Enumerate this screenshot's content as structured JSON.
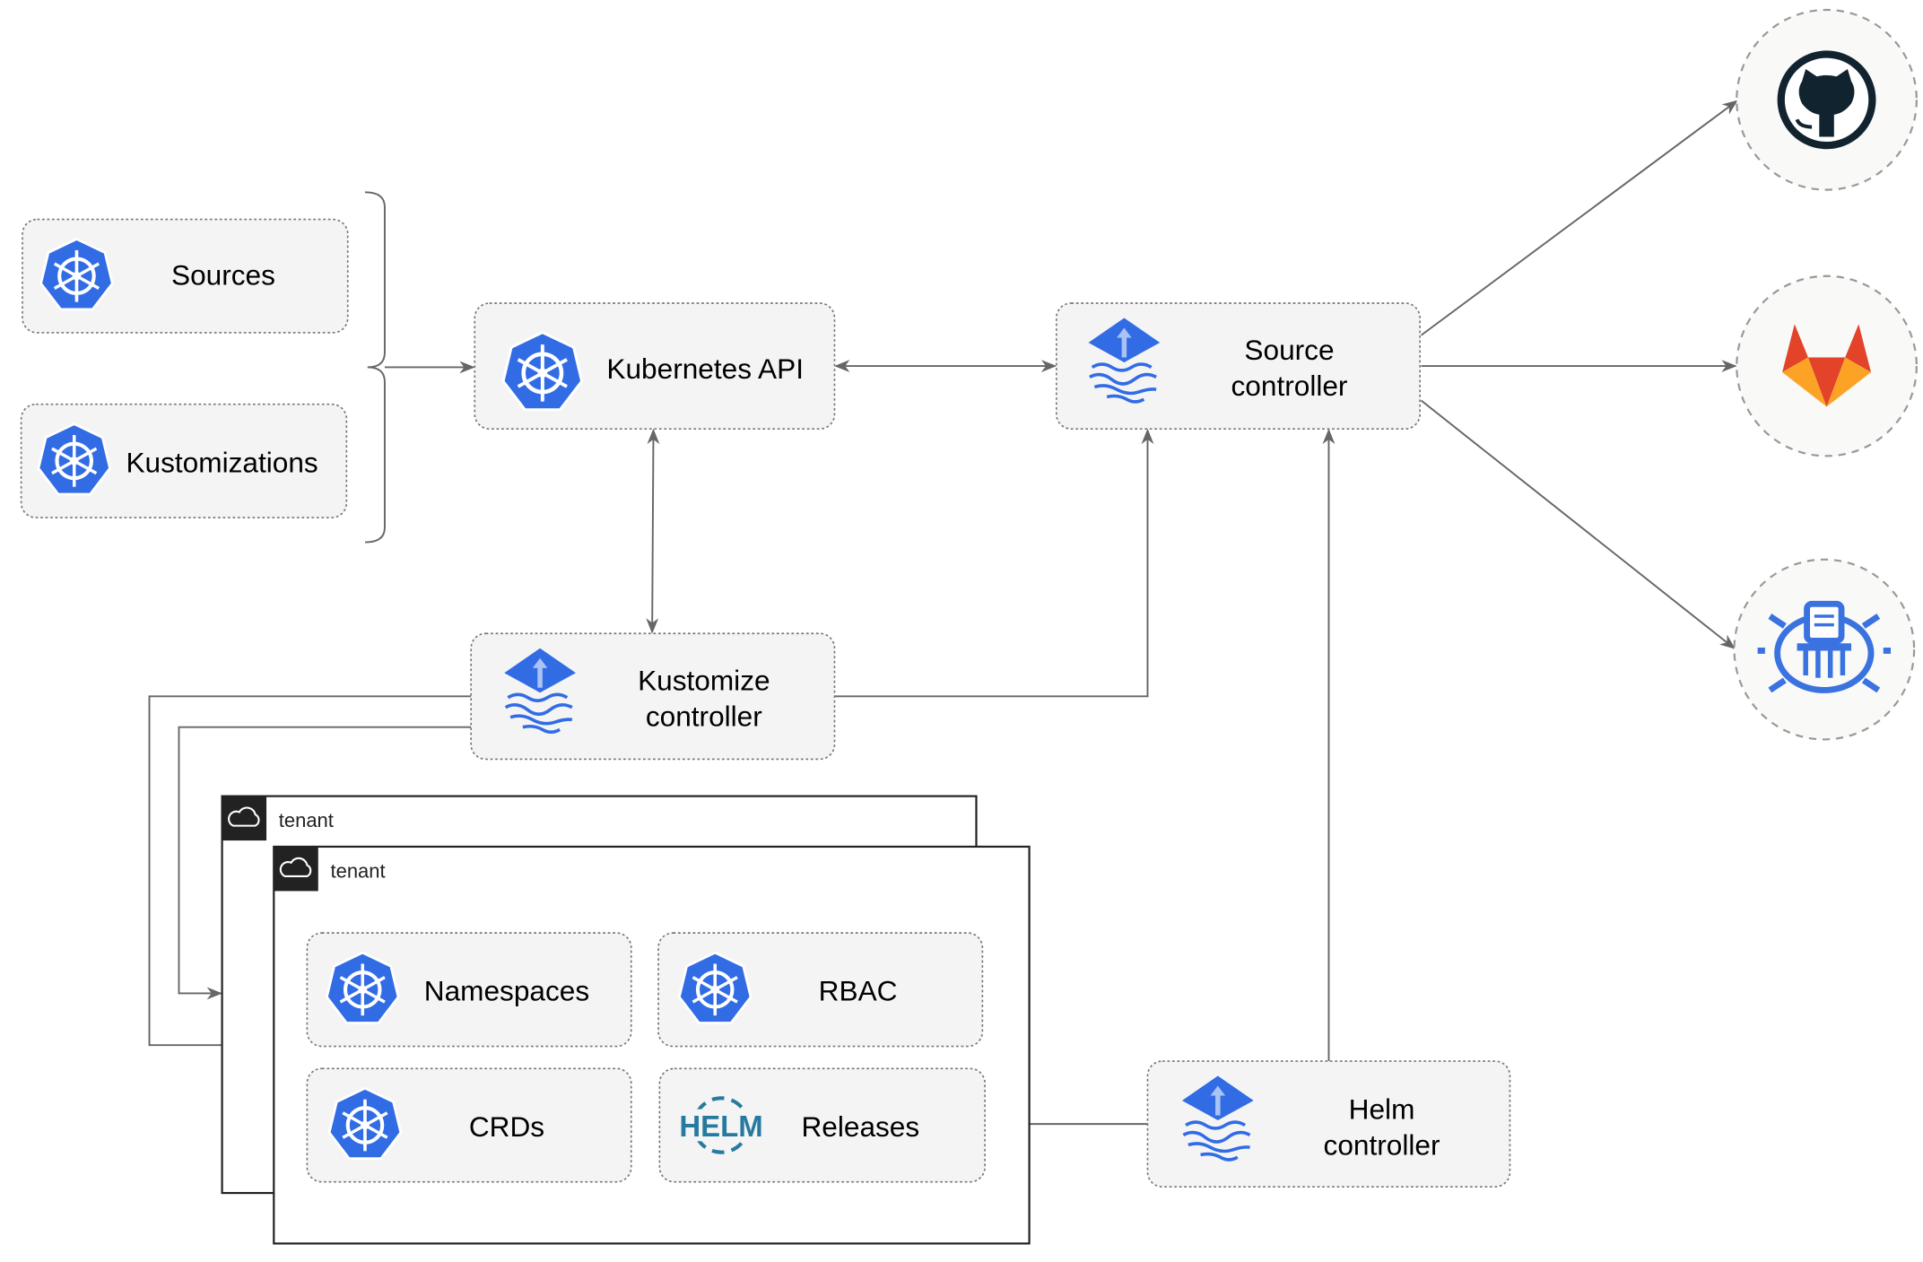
{
  "resources": {
    "sources": "Sources",
    "kustomizations": "Kustomizations"
  },
  "components": {
    "kubernetes_api": "Kubernetes API",
    "source_controller": [
      "Source",
      "controller"
    ],
    "kustomize_controller": [
      "Kustomize",
      "controller"
    ],
    "helm_controller": [
      "Helm",
      "controller"
    ]
  },
  "tenants": [
    {
      "label": "tenant"
    },
    {
      "label": "tenant"
    }
  ],
  "tenant_resources": {
    "namespaces": "Namespaces",
    "rbac": "RBAC",
    "crds": "CRDs",
    "releases": "Releases",
    "helm_logo": "HELM"
  },
  "external_sources": [
    "github-icon",
    "gitlab-icon",
    "harbor-icon"
  ],
  "colors": {
    "kubernetes_blue": "#326ce5",
    "gitlab_orange": "#e24329",
    "github_dark": "#11232f",
    "helm_blue": "#277a9f"
  }
}
